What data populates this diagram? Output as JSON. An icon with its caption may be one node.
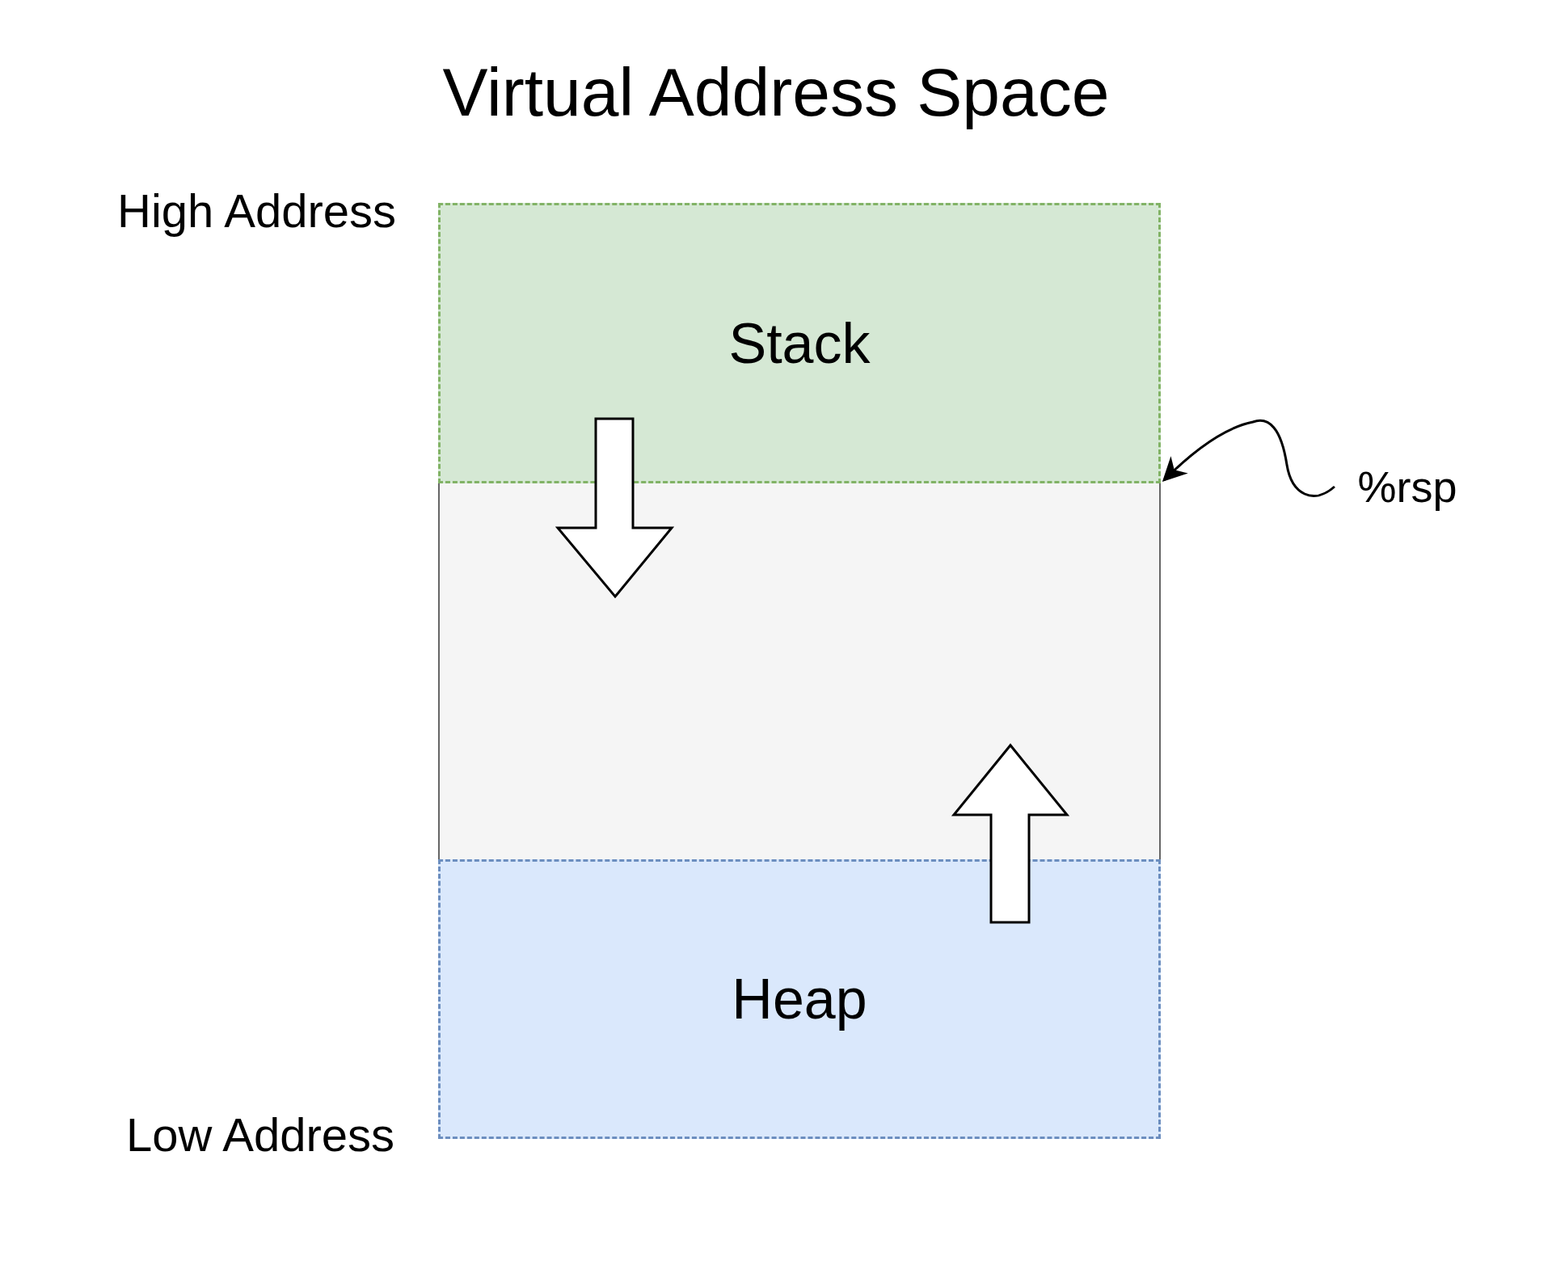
{
  "diagram": {
    "title": "Virtual Address Space",
    "nodes": [
      {
        "text": [],
        "shape": "box"
      },
      {
        "text": [
          "Stack"
        ],
        "in": 0
      },
      {
        "text": [
          "Heap"
        ],
        "in": 0
      },
      {
        "text": [
          "%rsp"
        ]
      }
    ],
    "edges": [
      {
        "from": 3,
        "to": 1,
        "arrow": "to"
      }
    ],
    "labels": [
      "High Address",
      "Low Address"
    ]
  }
}
